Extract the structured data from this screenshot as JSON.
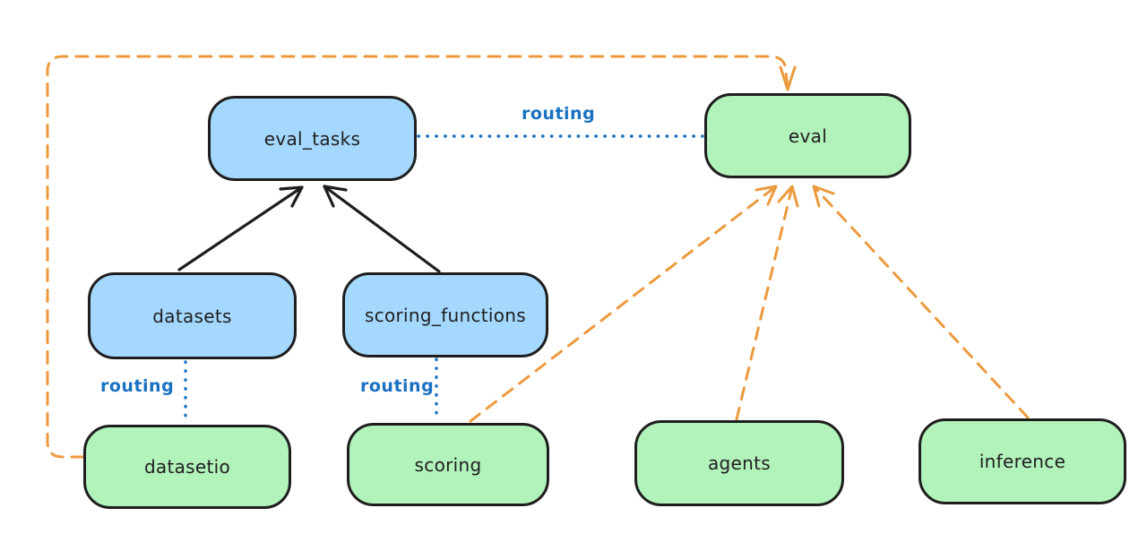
{
  "colors": {
    "bg": "#ffffff",
    "stroke": "#1e1e1e",
    "text": "#1e1e1e",
    "blue-fill": "#a5d8ff",
    "green-fill": "#b2f2bb",
    "blue-line": "#1971c2",
    "orange-line": "#ec9a3e"
  },
  "diagram": {
    "nodes": [
      {
        "id": "eval_tasks",
        "label": "eval_tasks",
        "fill": "blue"
      },
      {
        "id": "eval",
        "label": "eval",
        "fill": "green"
      },
      {
        "id": "datasets",
        "label": "datasets",
        "fill": "blue"
      },
      {
        "id": "scoring_functions",
        "label": "scoring_functions",
        "fill": "blue"
      },
      {
        "id": "datasetio",
        "label": "datasetio",
        "fill": "green"
      },
      {
        "id": "scoring",
        "label": "scoring",
        "fill": "green"
      },
      {
        "id": "agents",
        "label": "agents",
        "fill": "green"
      },
      {
        "id": "inference",
        "label": "inference",
        "fill": "green"
      }
    ],
    "edge_labels": [
      {
        "text": "routing"
      },
      {
        "text": "routing"
      },
      {
        "text": "routing"
      }
    ],
    "edges": [
      {
        "from": "datasets",
        "to": "eval_tasks",
        "style": "solid-arrow",
        "color": "black"
      },
      {
        "from": "scoring_functions",
        "to": "eval_tasks",
        "style": "solid-arrow",
        "color": "black"
      },
      {
        "from": "eval_tasks",
        "to": "eval",
        "style": "dotted",
        "color": "blue",
        "label": "routing"
      },
      {
        "from": "datasets",
        "to": "datasetio",
        "style": "dotted",
        "color": "blue",
        "label": "routing"
      },
      {
        "from": "scoring_functions",
        "to": "scoring",
        "style": "dotted",
        "color": "blue",
        "label": "routing"
      },
      {
        "from": "datasetio",
        "to": "eval",
        "style": "dashed-arrow",
        "color": "orange"
      },
      {
        "from": "scoring",
        "to": "eval",
        "style": "dashed-arrow",
        "color": "orange"
      },
      {
        "from": "agents",
        "to": "eval",
        "style": "dashed-arrow",
        "color": "orange"
      },
      {
        "from": "inference",
        "to": "eval",
        "style": "dashed-arrow",
        "color": "orange"
      }
    ]
  }
}
